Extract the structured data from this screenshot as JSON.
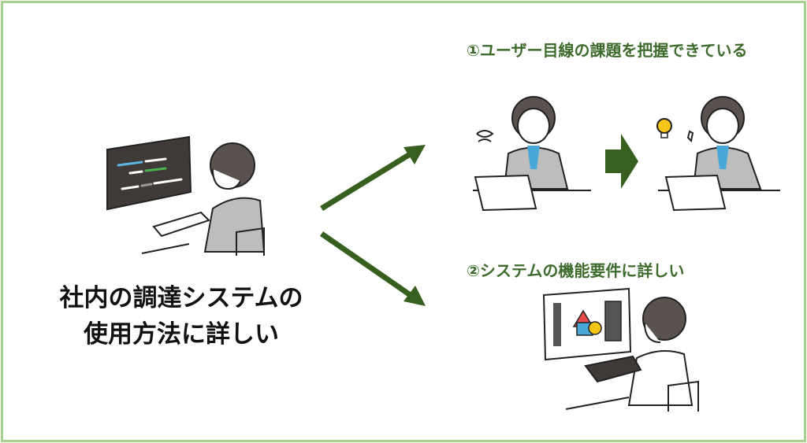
{
  "main": {
    "line1": "社内の調達システムの",
    "line2": "使用方法に詳しい"
  },
  "points": [
    {
      "label": "①ユーザー目線の課題を把握できている"
    },
    {
      "label": "②システムの機能要件に詳しい"
    }
  ],
  "colors": {
    "border": "#a9d18e",
    "heading": "#3d6b2b",
    "arrow": "#375f1f"
  }
}
